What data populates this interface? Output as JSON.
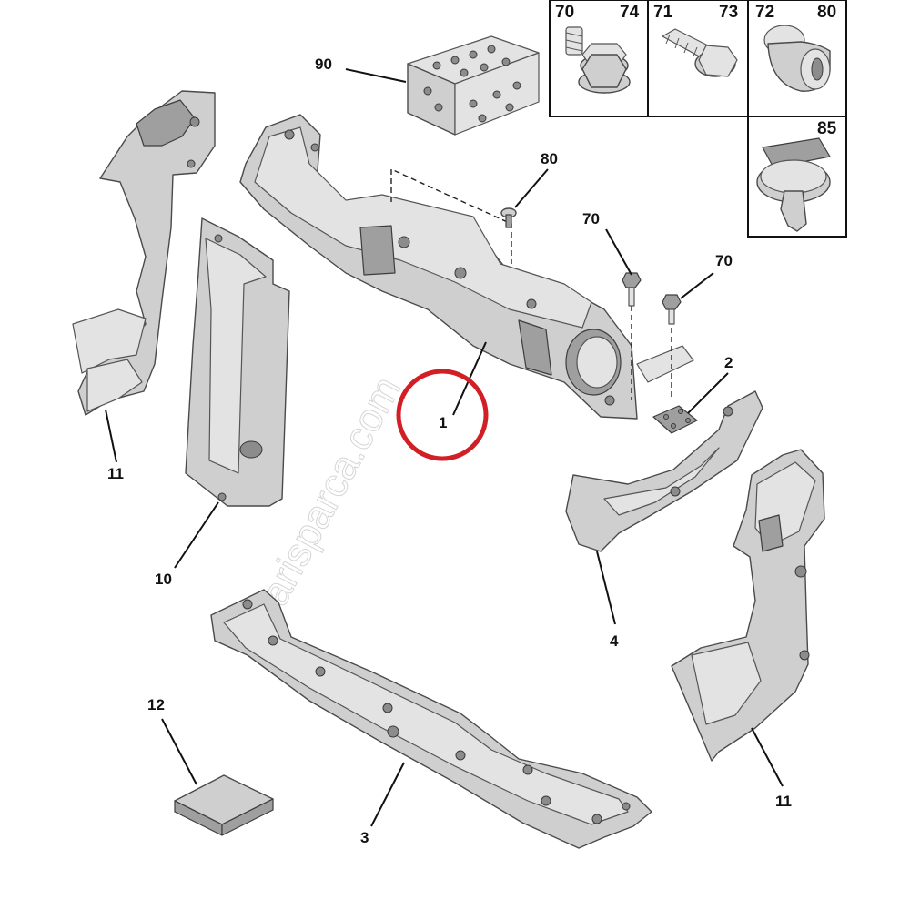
{
  "watermark": "parisparca.com",
  "highlight_color": "#d21f26",
  "legend": {
    "boxes": [
      {
        "id": "70-74",
        "left": "70",
        "right": "74"
      },
      {
        "id": "71-73",
        "left": "71",
        "right": "73"
      },
      {
        "id": "72-80",
        "left": "72",
        "right": "80"
      },
      {
        "id": "85",
        "right": "85"
      }
    ]
  },
  "callouts": {
    "c1": "1",
    "c2": "2",
    "c3": "3",
    "c4": "4",
    "c10": "10",
    "c11_left": "11",
    "c11_right": "11",
    "c12": "12",
    "c70_a": "70",
    "c70_b": "70",
    "c80": "80",
    "c90": "90"
  }
}
